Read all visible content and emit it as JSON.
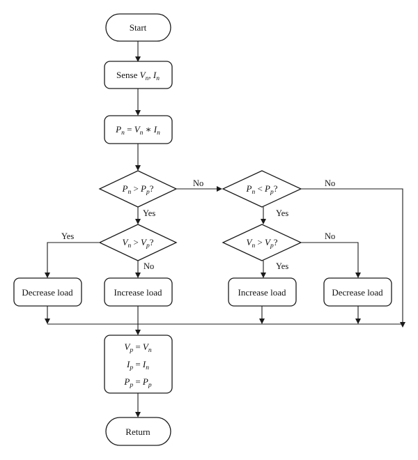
{
  "diagram": {
    "start": "Start",
    "sense": {
      "prefix": "Sense ",
      "v": "V",
      "n1": "n",
      "sep": ", ",
      "i": "I",
      "n2": "n"
    },
    "power": {
      "p": "P",
      "n": "n",
      "eq": " = ",
      "v": "V",
      "n2": "n",
      "op": " ∗ ",
      "i": "I",
      "n3": "n"
    },
    "dec_left": {
      "a": "P",
      "an": "n",
      "op": " > ",
      "b": "P",
      "bp": "p",
      "q": "?"
    },
    "dec_right": {
      "a": "P",
      "an": "n",
      "op": " < ",
      "b": "P",
      "bp": "p",
      "q": "?"
    },
    "dec_vleft": {
      "a": "V",
      "an": "n",
      "op": " > ",
      "b": "V",
      "bp": "p",
      "q": "?"
    },
    "dec_vright": {
      "a": "V",
      "an": "n",
      "op": " > ",
      "b": "V",
      "bp": "p",
      "q": "?"
    },
    "box_decrease_left": "Decrease load",
    "box_increase_left": "Increase load",
    "box_increase_right": "Increase load",
    "box_decrease_right": "Decrease load",
    "update": {
      "l1": {
        "a": "V",
        "as": "p",
        "eq": " = ",
        "b": "V",
        "bs": "n"
      },
      "l2": {
        "a": "I",
        "as": "p",
        "eq": " = ",
        "b": "I",
        "bs": "n"
      },
      "l3": {
        "a": "P",
        "as": "p",
        "eq": " = ",
        "b": "P",
        "bs": "p"
      }
    },
    "return": "Return",
    "labels": {
      "no_1": "No",
      "yes_1": "Yes",
      "no_2": "No",
      "yes_2": "Yes",
      "yes_left": "Yes",
      "no_vleft": "No",
      "no_vright": "No",
      "yes_vright": "Yes"
    }
  }
}
